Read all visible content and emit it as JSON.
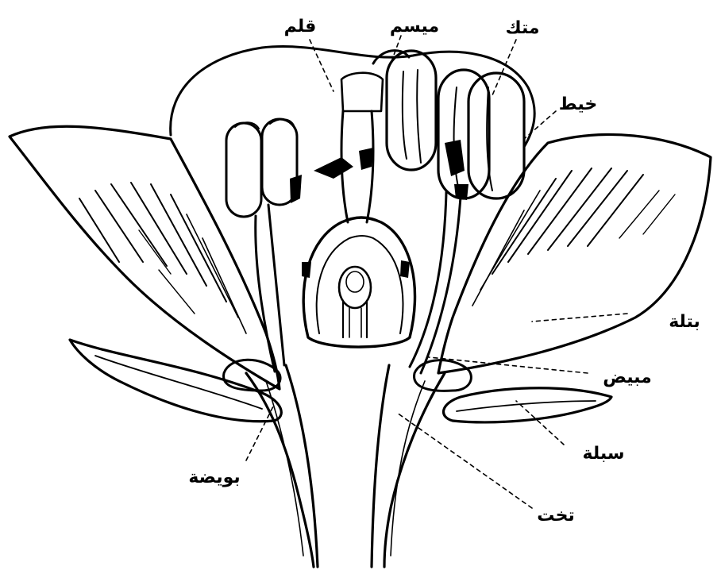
{
  "labels": {
    "style": "قلم",
    "stigma": "ميسم",
    "anther": "متك",
    "filament": "خيط",
    "petal": "بتلة",
    "ovary": "مبيض",
    "sepal": "سبلة",
    "receptacle": "تخت",
    "ovule": "بويضة"
  },
  "colors": {
    "ink": "#000000",
    "paper": "#ffffff"
  }
}
